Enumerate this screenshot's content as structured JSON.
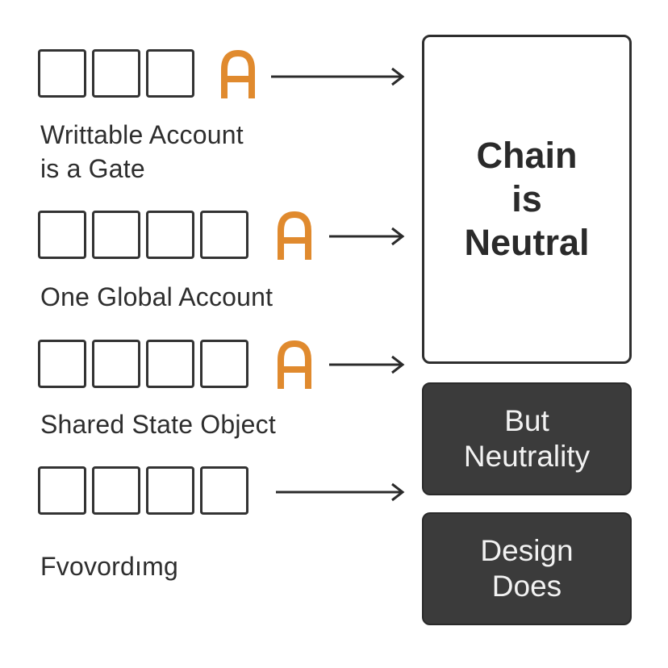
{
  "rows": [
    {
      "label": "Writtable Account\nis a Gate",
      "box_count": 3,
      "marker": "A"
    },
    {
      "label": "One Global Account",
      "box_count": 4,
      "marker": "A"
    },
    {
      "label": "Shared State Object",
      "box_count": 4,
      "marker": "A"
    },
    {
      "label": "Fvovordımg",
      "box_count": 4,
      "marker": ""
    }
  ],
  "panels": {
    "main": "Chain\nis\nNeutral",
    "second": "But\nNeutrality",
    "third": "Design\nDoes"
  },
  "colors": {
    "marker": "#E08A2E",
    "box_border": "#333333",
    "dark_panel": "#3B3B3B",
    "dark_panel_text": "#F2F2F2"
  },
  "icons": {
    "marker": "letter-a-icon",
    "arrow": "arrow-right-icon"
  }
}
